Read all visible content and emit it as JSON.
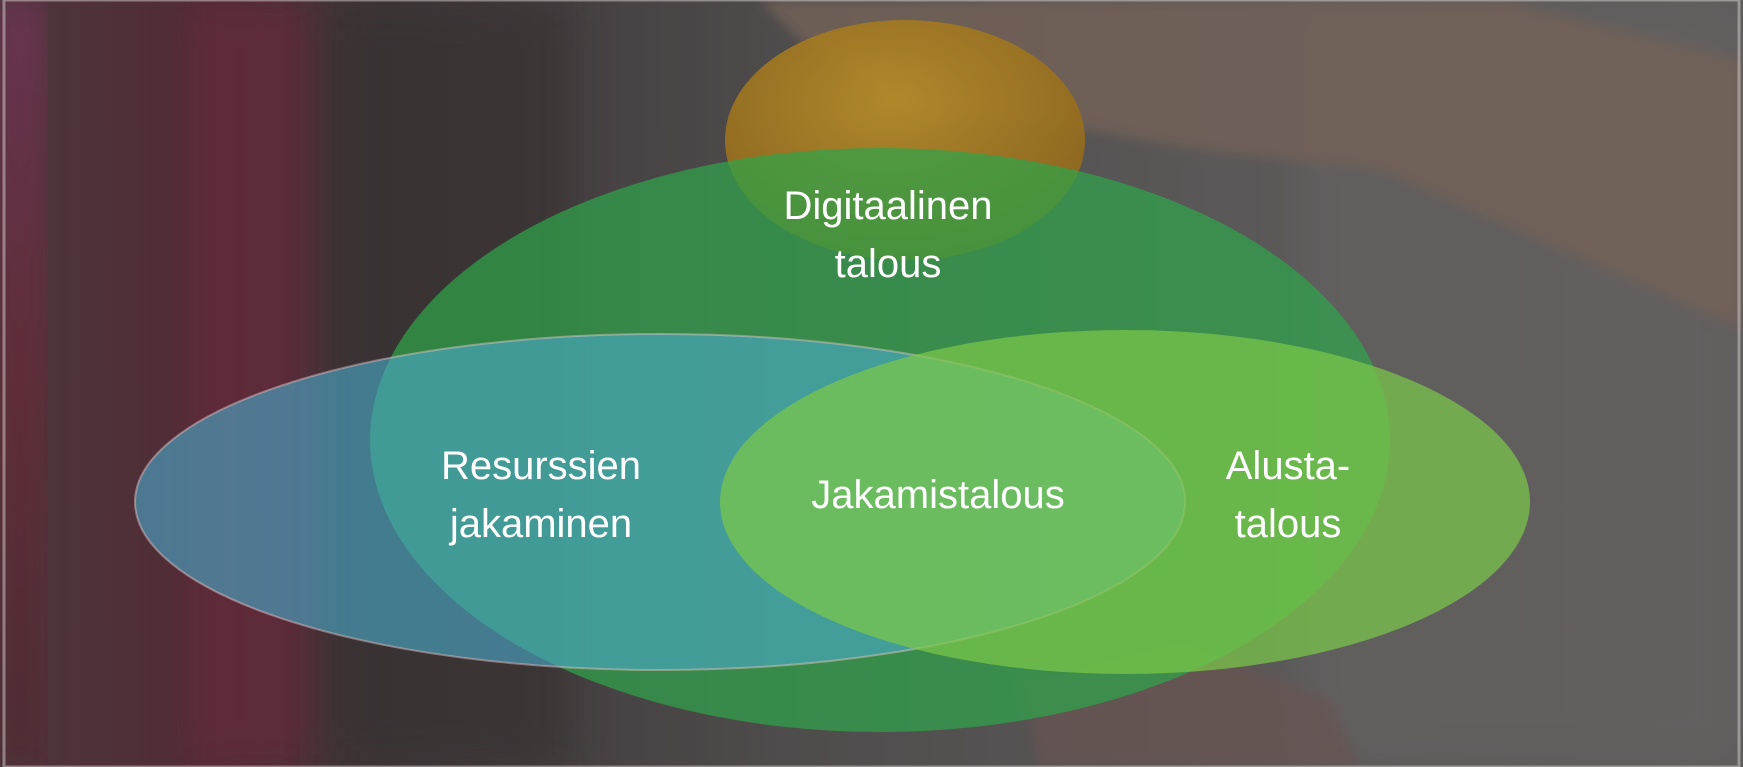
{
  "diagram": {
    "labels": {
      "digital_line1": "Digitaalinen",
      "digital_line2": "talous",
      "resources_line1": "Resurssien",
      "resources_line2": "jakaminen",
      "sharing": "Jakamistalous",
      "platform_line1": "Alusta-",
      "platform_line2": "talous"
    },
    "colors": {
      "digital": "#2fa44a",
      "resources": "#4aa8c8",
      "platform": "#7cc84a",
      "yellow_ball": "#d4a020",
      "text": "#ffffff"
    }
  }
}
